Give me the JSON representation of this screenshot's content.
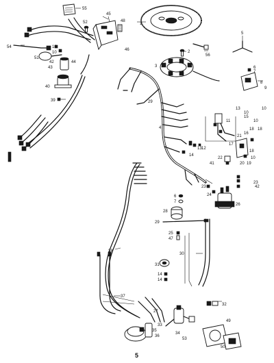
{
  "page_number": "5",
  "callouts": [
    {
      "id": "c55",
      "text": "55"
    },
    {
      "id": "c52",
      "text": "52"
    },
    {
      "id": "c45",
      "text": "45"
    },
    {
      "id": "c48",
      "text": "48"
    },
    {
      "id": "c1",
      "text": "1"
    },
    {
      "id": "c5a",
      "text": "5"
    },
    {
      "id": "c54",
      "text": "54"
    },
    {
      "id": "c18a",
      "text": "18"
    },
    {
      "id": "c10a",
      "text": "10"
    },
    {
      "id": "c46",
      "text": "46"
    },
    {
      "id": "c2",
      "text": "2"
    },
    {
      "id": "c56",
      "text": "56"
    },
    {
      "id": "c51",
      "text": "51"
    },
    {
      "id": "c42",
      "text": "42"
    },
    {
      "id": "c43",
      "text": "43"
    },
    {
      "id": "c44",
      "text": "44"
    },
    {
      "id": "c3",
      "text": "3"
    },
    {
      "id": "c6a",
      "text": "6"
    },
    {
      "id": "c7a",
      "text": "7"
    },
    {
      "id": "c8",
      "text": "8"
    },
    {
      "id": "c9",
      "text": "9"
    },
    {
      "id": "c40",
      "text": "40"
    },
    {
      "id": "c39",
      "text": "39"
    },
    {
      "id": "c29a",
      "text": "29"
    },
    {
      "id": "c10b",
      "text": "10"
    },
    {
      "id": "c13",
      "text": "13"
    },
    {
      "id": "c11",
      "text": "11"
    },
    {
      "id": "c10c",
      "text": "10"
    },
    {
      "id": "c15",
      "text": "15"
    },
    {
      "id": "c10d",
      "text": "10"
    },
    {
      "id": "c4",
      "text": "4"
    },
    {
      "id": "c21",
      "text": "21"
    },
    {
      "id": "c18b",
      "text": "18"
    },
    {
      "id": "c18c",
      "text": "18"
    },
    {
      "id": "c16",
      "text": "16"
    },
    {
      "id": "c17",
      "text": "17"
    },
    {
      "id": "c13b",
      "text": "13"
    },
    {
      "id": "c12",
      "text": "12"
    },
    {
      "id": "c14a",
      "text": "14"
    },
    {
      "id": "c22",
      "text": "22"
    },
    {
      "id": "c41",
      "text": "41"
    },
    {
      "id": "c18d",
      "text": "18"
    },
    {
      "id": "c10e",
      "text": "10"
    },
    {
      "id": "c20",
      "text": "20"
    },
    {
      "id": "c19",
      "text": "19"
    },
    {
      "id": "c23a",
      "text": "23"
    },
    {
      "id": "c42b",
      "text": "42"
    },
    {
      "id": "c23b",
      "text": "23"
    },
    {
      "id": "c24",
      "text": "24"
    },
    {
      "id": "c6b",
      "text": "6"
    },
    {
      "id": "c7b",
      "text": "7"
    },
    {
      "id": "c26",
      "text": "26"
    },
    {
      "id": "c28",
      "text": "28"
    },
    {
      "id": "c29b",
      "text": "29"
    },
    {
      "id": "c25",
      "text": "25"
    },
    {
      "id": "c47",
      "text": "47"
    },
    {
      "id": "c38",
      "text": "38"
    },
    {
      "id": "c30",
      "text": "30"
    },
    {
      "id": "c31",
      "text": "31"
    },
    {
      "id": "c14b",
      "text": "14"
    },
    {
      "id": "c14c",
      "text": "14"
    },
    {
      "id": "c37",
      "text": "37"
    },
    {
      "id": "c32",
      "text": "32"
    },
    {
      "id": "c27",
      "text": "27"
    },
    {
      "id": "c33",
      "text": "33"
    },
    {
      "id": "c35",
      "text": "35"
    },
    {
      "id": "c36",
      "text": "36"
    },
    {
      "id": "c34",
      "text": "34"
    },
    {
      "id": "c53",
      "text": "53"
    },
    {
      "id": "c49",
      "text": "49"
    },
    {
      "id": "c50",
      "text": "50"
    }
  ]
}
